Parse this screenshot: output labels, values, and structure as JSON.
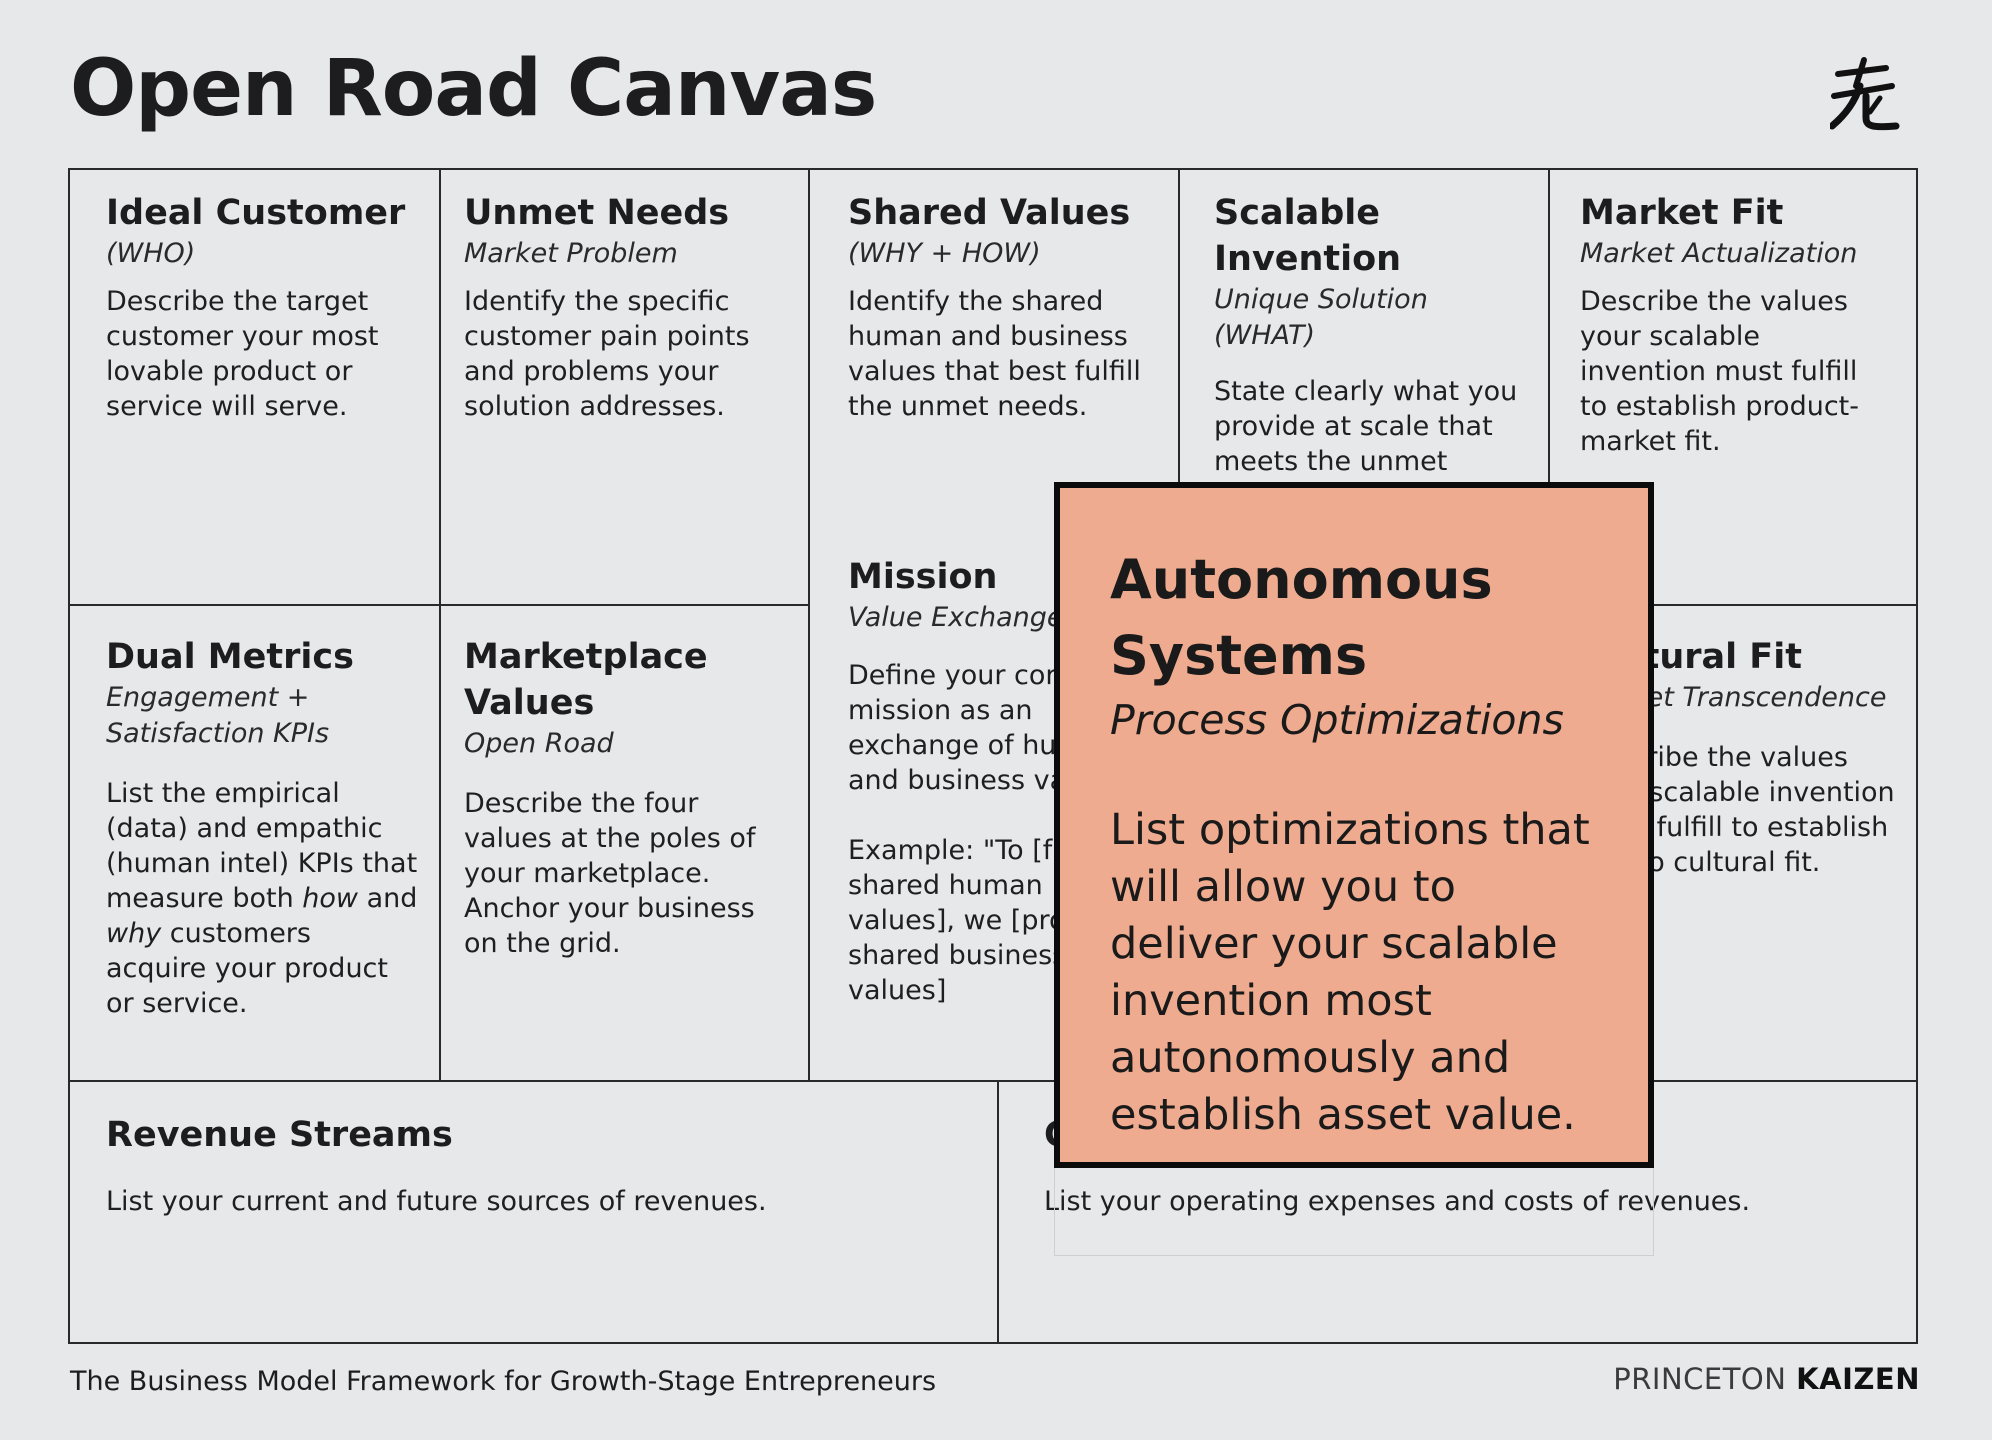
{
  "header": {
    "title": "Open Road Canvas",
    "logo_icon": "kanji-logo-icon"
  },
  "cells": {
    "ideal_customer": {
      "title": "Ideal Customer",
      "subtitle": "(WHO)",
      "description": "Describe the target customer your most lovable product or service will serve."
    },
    "unmet_needs": {
      "title": "Unmet Needs",
      "subtitle": "Market Problem",
      "description": "Identify the specific customer pain points and problems your solution addresses."
    },
    "shared_values": {
      "title": "Shared Values",
      "subtitle": "(WHY + HOW)",
      "description": "Identify the shared human and business values that best fulfill the unmet needs."
    },
    "scalable_invention": {
      "title": "Scalable Invention",
      "subtitle": "Unique Solution (WHAT)",
      "description": "State clearly what you provide at scale that meets the unmet needs and best fulfills"
    },
    "market_fit": {
      "title": "Market Fit",
      "subtitle": "Market Actualization",
      "description": "Describe the values your scalable invention must fulfill to establish product-market fit."
    },
    "dual_metrics": {
      "title": "Dual Metrics",
      "subtitle": "Engagement + Satisfaction KPIs",
      "desc_a": "List the empirical (data) and empathic (human intel) KPIs that measure both ",
      "desc_how": "how",
      "desc_and": " and ",
      "desc_why": "why",
      "desc_b": " customers acquire your product or service."
    },
    "marketplace_values": {
      "title": "Marketplace Values",
      "subtitle": "Open Road",
      "description": "Describe the four values at the poles of your marketplace. Anchor your business on the grid."
    },
    "mission": {
      "title": "Mission",
      "subtitle": "Value Exchange",
      "description": "Define your core mission as an exchange of human and business values.",
      "example": "Example: \"To [fulfill shared human values], we [provide shared business values]"
    },
    "cultural_fit": {
      "title": "Cultural Fit",
      "subtitle": "Market Transcendence",
      "description": "Describe the values your scalable invention must fulfill to establish macro cultural fit."
    },
    "revenue_streams": {
      "title": "Revenue Streams",
      "description": "List your current and future sources of revenues."
    },
    "cost_structure": {
      "title": "Cost Structure",
      "description": "List your operating expenses and costs of revenues."
    }
  },
  "popup": {
    "title": "Autonomous Systems",
    "subtitle": "Process Optimizations",
    "description": "List optimizations that will allow you to deliver your scalable invention most autonomously and establish asset value.",
    "accent_color": "#eeab8f"
  },
  "footer": {
    "tagline": "The Business Model Framework for Growth-Stage Entrepreneurs",
    "brand_light": "PRINCETON",
    "brand_bold": "KAIZEN"
  }
}
